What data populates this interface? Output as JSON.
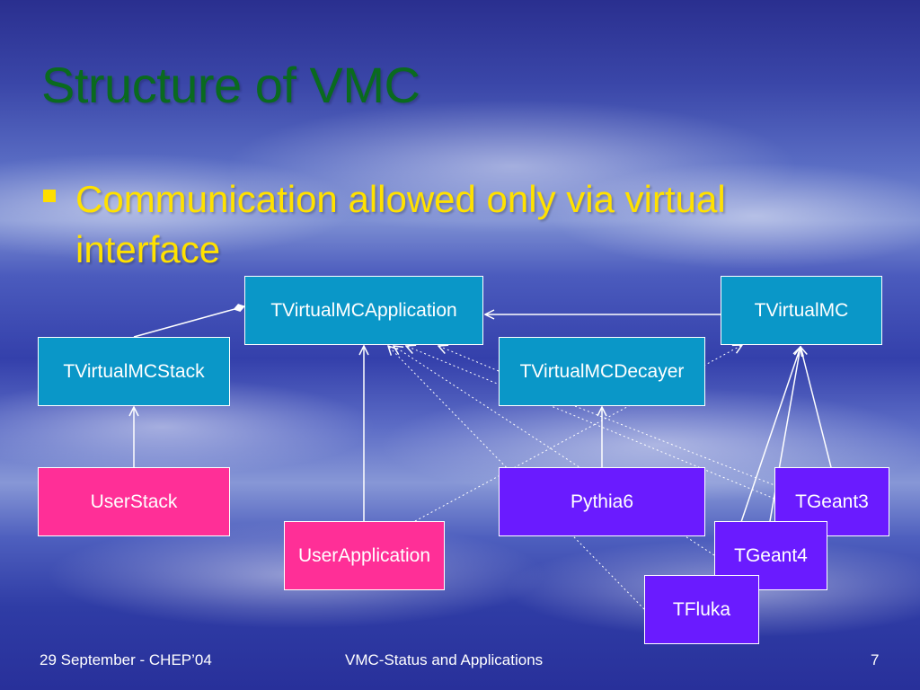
{
  "slide": {
    "title": "Structure of VMC",
    "bullet": "Communication allowed only via virtual interface"
  },
  "diagram": {
    "boxes": {
      "tvirtualmcapplication": "TVirtualMCApplication",
      "tvirtualmc": "TVirtualMC",
      "tvirtualmcstack": "TVirtualMCStack",
      "tvirtualmcdecayer": "TVirtualMCDecayer",
      "userstack": "UserStack",
      "pythia6": "Pythia6",
      "tgeant3": "TGeant3",
      "userapplication": "UserApplication",
      "tgeant4": "TGeant4",
      "tfluka": "TFluka"
    }
  },
  "footer": {
    "left": "29 September - CHEP’04",
    "center": "VMC-Status and Applications",
    "page": "7"
  },
  "colors": {
    "title": "#0a6a1f",
    "bullet": "#ffe100",
    "interface_box": "#0a97c8",
    "user_box": "#ff2f97",
    "implementation_box": "#6a1bff"
  }
}
